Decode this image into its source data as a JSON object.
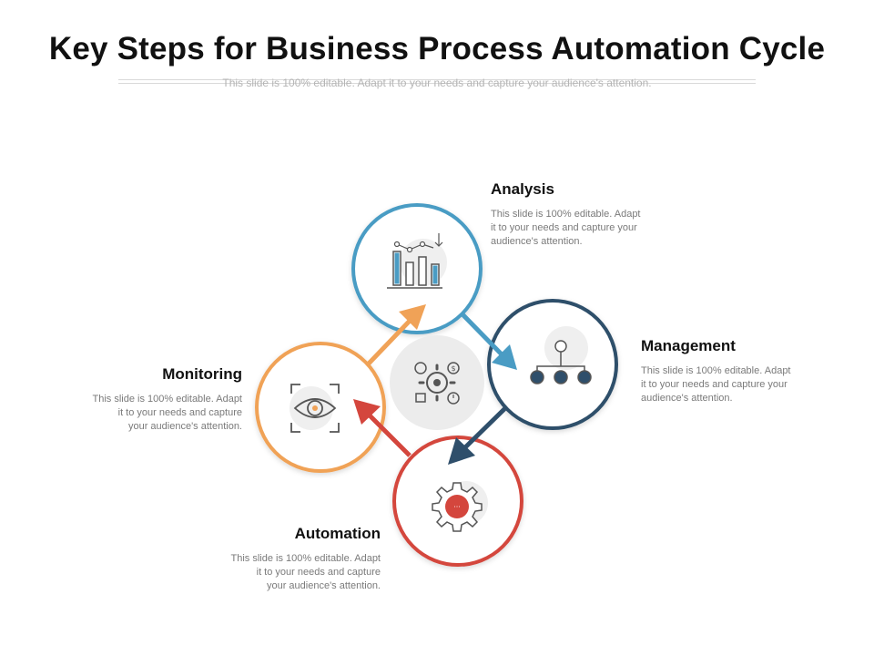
{
  "title": "Key Steps for Business Process Automation Cycle",
  "subtitle": "This slide is 100% editable. Adapt it to your needs and capture your audience's attention.",
  "colors": {
    "analysis": "#4a9cc4",
    "management": "#2f4f6b",
    "automation": "#d4463d",
    "monitoring": "#f0a257",
    "center_bg": "#ececec",
    "icon_gray": "#555555"
  },
  "stages": {
    "analysis": {
      "title": "Analysis",
      "desc_lines": [
        "This slide is 100% editable. Adapt",
        "it to your needs and capture your",
        "audience's attention."
      ],
      "icon": "bar-chart-icon"
    },
    "management": {
      "title": "Management",
      "desc_lines": [
        "This slide is 100% editable. Adapt",
        "it to your needs and capture your",
        "audience's attention."
      ],
      "icon": "org-chart-icon"
    },
    "automation": {
      "title": "Automation",
      "desc_lines": [
        "This slide is 100% editable. Adapt",
        "it to your needs and capture",
        "your audience's attention."
      ],
      "icon": "gear-icon"
    },
    "monitoring": {
      "title": "Monitoring",
      "desc_lines": [
        "This slide is 100% editable. Adapt",
        "it to your needs and capture",
        "your audience's attention."
      ],
      "icon": "eye-scan-icon"
    }
  },
  "center_icon": "process-automation-icon"
}
